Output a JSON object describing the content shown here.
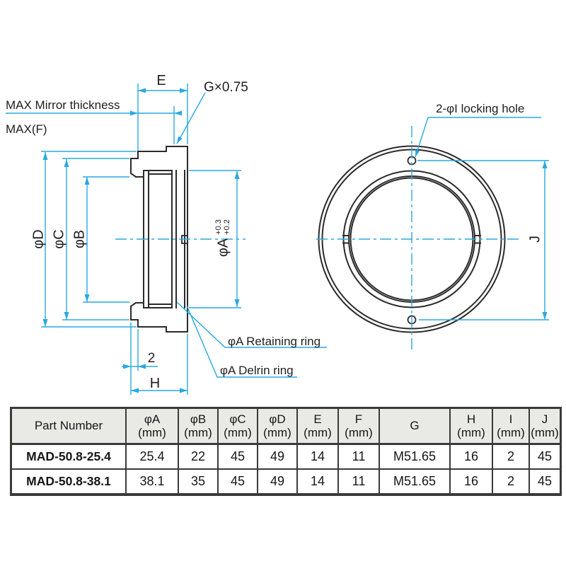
{
  "colors": {
    "dimension_accent": "#29a9e0",
    "outline": "#2b2b2b",
    "table_header_bg": "#e9e9e6",
    "table_border": "#3a3a3a"
  },
  "drawing": {
    "side_view": {
      "max_mirror_thickness": "MAX Mirror thickness",
      "max_f": "MAX(F)",
      "dim_e": "E",
      "thread_callout": "G×0.75",
      "dia_d": "φD",
      "dia_c": "φC",
      "dia_b": "φB",
      "dia_a": "φA",
      "dia_a_tol_upper": "+0.3",
      "dia_a_tol_lower": "+0.2",
      "dim_2": "2",
      "dim_h": "H",
      "retaining_ring": "φA Retaining ring",
      "delrin_ring": "φA Delrin ring"
    },
    "front_view": {
      "locking_hole_callout": "2-φI locking hole",
      "dim_j": "J"
    }
  },
  "table": {
    "columns": [
      {
        "label": "Part Number",
        "unit": ""
      },
      {
        "label": "φA",
        "unit": "(mm)"
      },
      {
        "label": "φB",
        "unit": "(mm)"
      },
      {
        "label": "φC",
        "unit": "(mm)"
      },
      {
        "label": "φD",
        "unit": "(mm)"
      },
      {
        "label": "E",
        "unit": "(mm)"
      },
      {
        "label": "F",
        "unit": "(mm)"
      },
      {
        "label": "G",
        "unit": ""
      },
      {
        "label": "H",
        "unit": "(mm)"
      },
      {
        "label": "I",
        "unit": "(mm)"
      },
      {
        "label": "J",
        "unit": "(mm)"
      }
    ],
    "rows": [
      {
        "part": "MAD-50.8-25.4",
        "values": [
          "25.4",
          "22",
          "45",
          "49",
          "14",
          "11",
          "M51.65",
          "16",
          "2",
          "45"
        ]
      },
      {
        "part": "MAD-50.8-38.1",
        "values": [
          "38.1",
          "35",
          "45",
          "49",
          "14",
          "11",
          "M51.65",
          "16",
          "2",
          "45"
        ]
      }
    ]
  }
}
